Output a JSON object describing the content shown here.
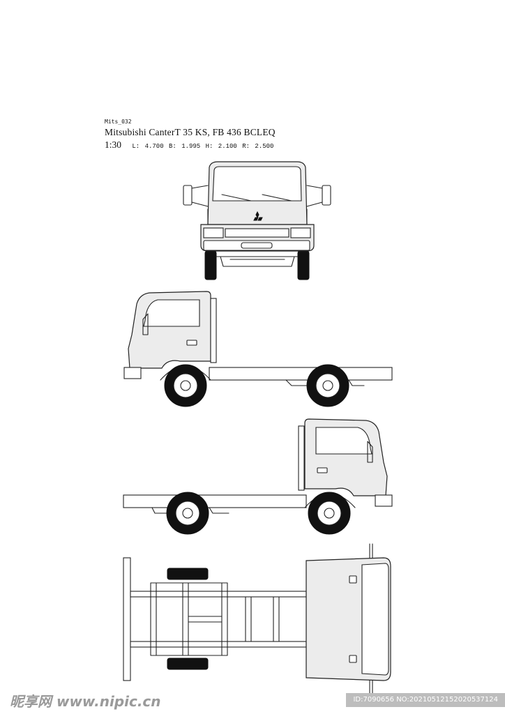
{
  "header": {
    "code": "Mits_032",
    "title": "Mitsubishi CanterT 35 KS, FB 436 BCLEQ",
    "scale": "1:30",
    "dims": "L: 4.700  B: 1.995  H: 2.100  R: 2.500"
  },
  "views": [
    "front",
    "side-left",
    "side-right",
    "top"
  ],
  "watermark": {
    "site": "昵享网 www.nipic.cn",
    "id": "ID:7090656 NO:20210512152020537124"
  }
}
